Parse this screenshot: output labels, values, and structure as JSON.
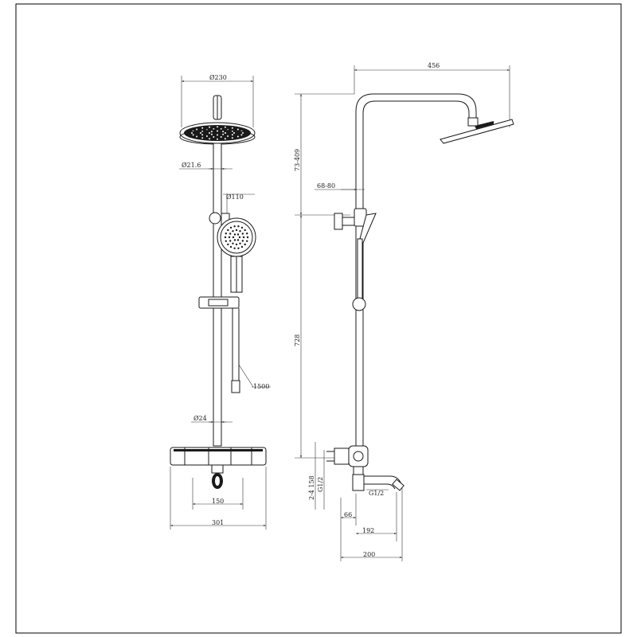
{
  "front_view": {
    "head_diameter": "Ø230",
    "pipe_upper_diameter": "Ø21.6",
    "hand_shower_diameter": "Ø110",
    "hose_length": "1500",
    "pipe_lower_diameter": "Ø24",
    "valve_center": "150",
    "valve_width": "301"
  },
  "side_view": {
    "projection": "456",
    "upper_height": "73-409",
    "wall_distance": "68-80",
    "lower_height": "728",
    "inlet_size": "G1/2",
    "inlet_range": "2-4 158",
    "outlet_thread": "G1/2",
    "spout_offset": "66",
    "spout_length": "192",
    "spout_total": "200"
  }
}
